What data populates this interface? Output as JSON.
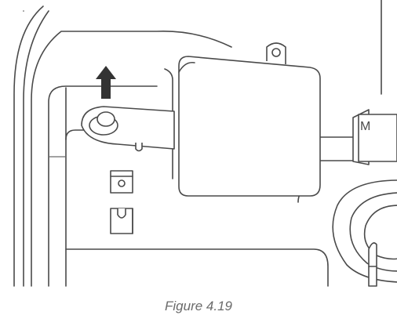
{
  "figure": {
    "caption": "Figure 4.19",
    "button_label_partial": "M",
    "arrow_direction": "up",
    "line_color": "#4a4a4a",
    "arrow_color": "#333333"
  }
}
